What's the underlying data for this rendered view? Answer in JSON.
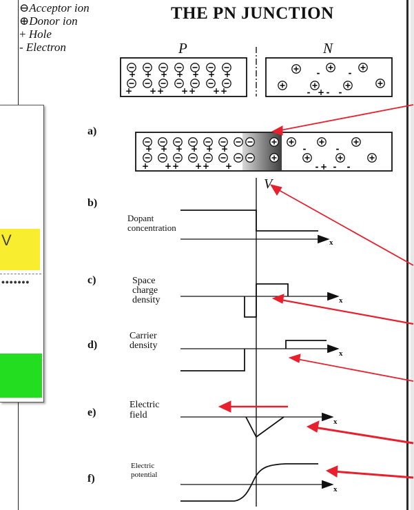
{
  "title": "THE PN JUNCTION",
  "legend": {
    "acceptor": "Acceptor ion",
    "donor": "Donor ion",
    "hole": "Hole",
    "electron": "Electron"
  },
  "regions": {
    "p": "P",
    "n": "N"
  },
  "rows": {
    "a": "a)",
    "b": "b)",
    "c": "c)",
    "d": "d)",
    "e": "e)",
    "f": "f)"
  },
  "junction_label": "V",
  "axis_label": "x",
  "plot_labels": {
    "dopant": [
      "Dopant",
      "concentration"
    ],
    "space_charge": [
      "Space",
      "charge",
      "density"
    ],
    "carrier": [
      "Carrier",
      "density"
    ],
    "field": [
      "Electric",
      "field"
    ],
    "potential": [
      "Electric",
      "potential"
    ]
  },
  "overlay_panel": {
    "yellow_text": "V",
    "dots": "•••••••",
    "colors": {
      "yellow": "#f8ee2f",
      "green": "#22dd20"
    }
  },
  "annotation_color": "#e8202e"
}
